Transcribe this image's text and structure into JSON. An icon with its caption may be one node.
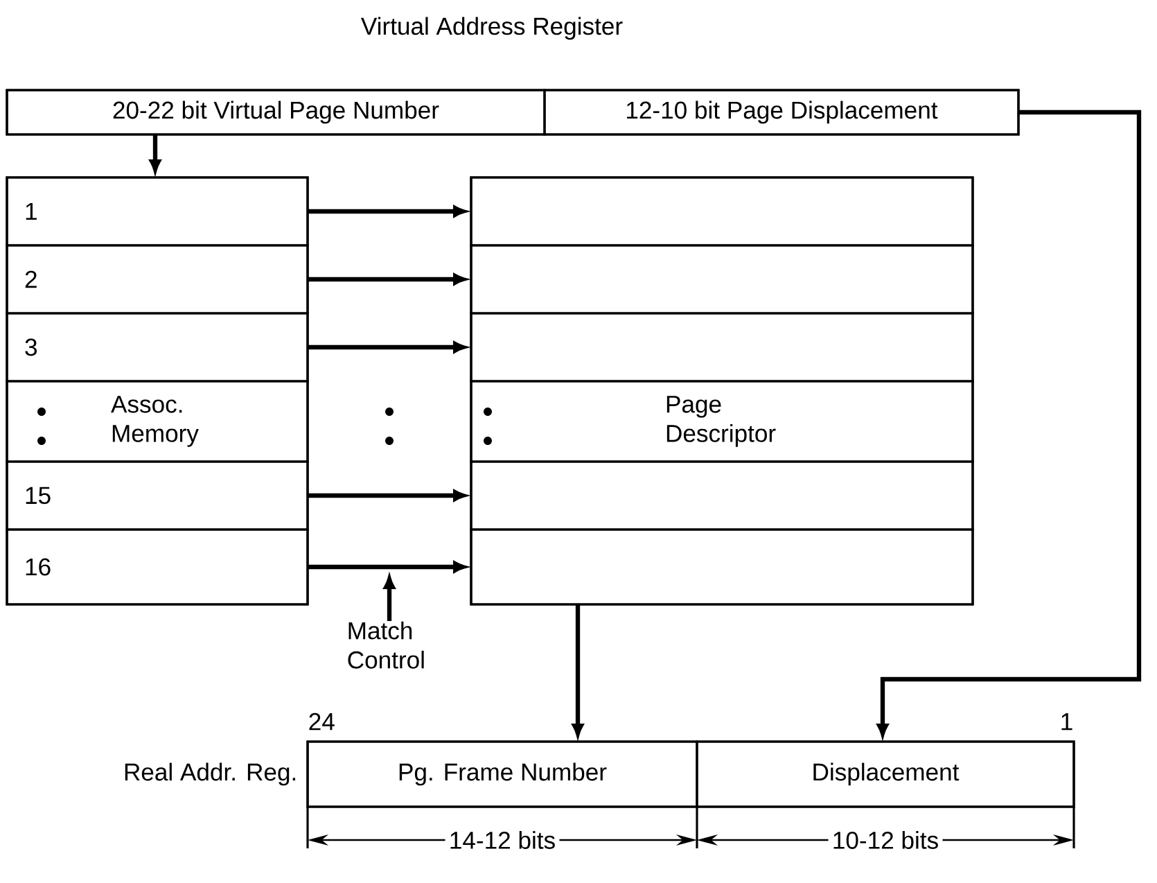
{
  "diagram": {
    "nodes": [
      {
        "text": [
          "Virtual Address Register"
        ]
      },
      {
        "text": [
          "20-22 bit Virtual Page Number"
        ],
        "in": 0
      },
      {
        "text": [
          "12-10 bit Page Displacement"
        ],
        "in": 0
      },
      {
        "text": [],
        "shape": "box"
      },
      {
        "text": [
          "1"
        ],
        "in": 3
      },
      {
        "text": [
          "2"
        ],
        "in": 3
      },
      {
        "text": [
          "3"
        ],
        "in": 3
      },
      {
        "text": [
          "Assoc. Memory"
        ],
        "in": 3
      },
      {
        "text": [
          "15"
        ],
        "in": 3
      },
      {
        "text": [
          "16"
        ],
        "in": 3
      },
      {
        "text": [],
        "shape": "box"
      },
      {
        "text": [],
        "shape": "box",
        "in": 10
      },
      {
        "text": [],
        "shape": "box",
        "in": 10
      },
      {
        "text": [],
        "shape": "box",
        "in": 10
      },
      {
        "text": [
          "Page Descriptor"
        ],
        "in": 10
      },
      {
        "text": [],
        "shape": "box",
        "in": 10
      },
      {
        "text": [],
        "shape": "box",
        "in": 10
      },
      {
        "text": [
          "Match Control"
        ]
      },
      {
        "text": [
          "Real Addr. Reg."
        ]
      },
      {
        "text": [
          "Pg. Frame Number"
        ],
        "in": 18
      },
      {
        "text": [
          "Displacement"
        ],
        "in": 18
      }
    ],
    "edges": [
      {
        "from": 1,
        "to": 3,
        "arrow": "to"
      },
      {
        "from": 2,
        "to": 20,
        "arrow": "to"
      },
      {
        "from": 4,
        "to": 11,
        "arrow": "to"
      },
      {
        "from": 5,
        "to": 12,
        "arrow": "to"
      },
      {
        "from": 6,
        "to": 13,
        "arrow": "to"
      },
      {
        "from": 8,
        "to": 15,
        "arrow": "to"
      },
      {
        "from": 9,
        "to": 16,
        "arrow": "to"
      },
      {
        "from": 17,
        "to": null,
        "arrow": "to"
      },
      {
        "from": 10,
        "to": 19,
        "arrow": "to"
      }
    ],
    "labels": [
      "24",
      "1",
      "14-12 bits",
      "10-12 bits"
    ]
  }
}
